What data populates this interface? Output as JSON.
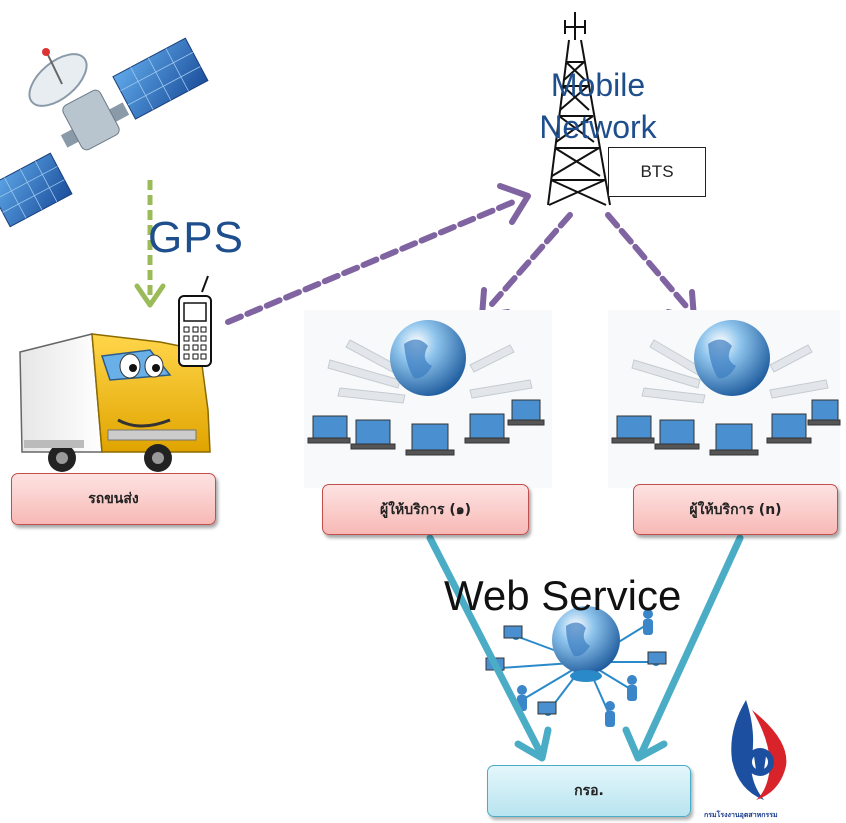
{
  "labels": {
    "gps": "GPS",
    "mobile_network_line1": "Mobile",
    "mobile_network_line2": "Network",
    "bts": "BTS",
    "web_service": "Web Service"
  },
  "boxes": {
    "truck": "รถขนส่ง",
    "provider_1": "ผู้ให้บริการ (๑)",
    "provider_n": "ผู้ให้บริการ (n)",
    "dept": "กรอ."
  },
  "logo": {
    "caption": "กรมโรงงานอุตสาหกรรม"
  },
  "colors": {
    "gps_arrow": "#9bbb59",
    "network_arrows": "#8064a2",
    "web_service_arrows": "#4bacc6",
    "provider_box": "#f7b9b6",
    "dept_box": "#b8e4f0",
    "label_blue": "#1f4e8c"
  }
}
